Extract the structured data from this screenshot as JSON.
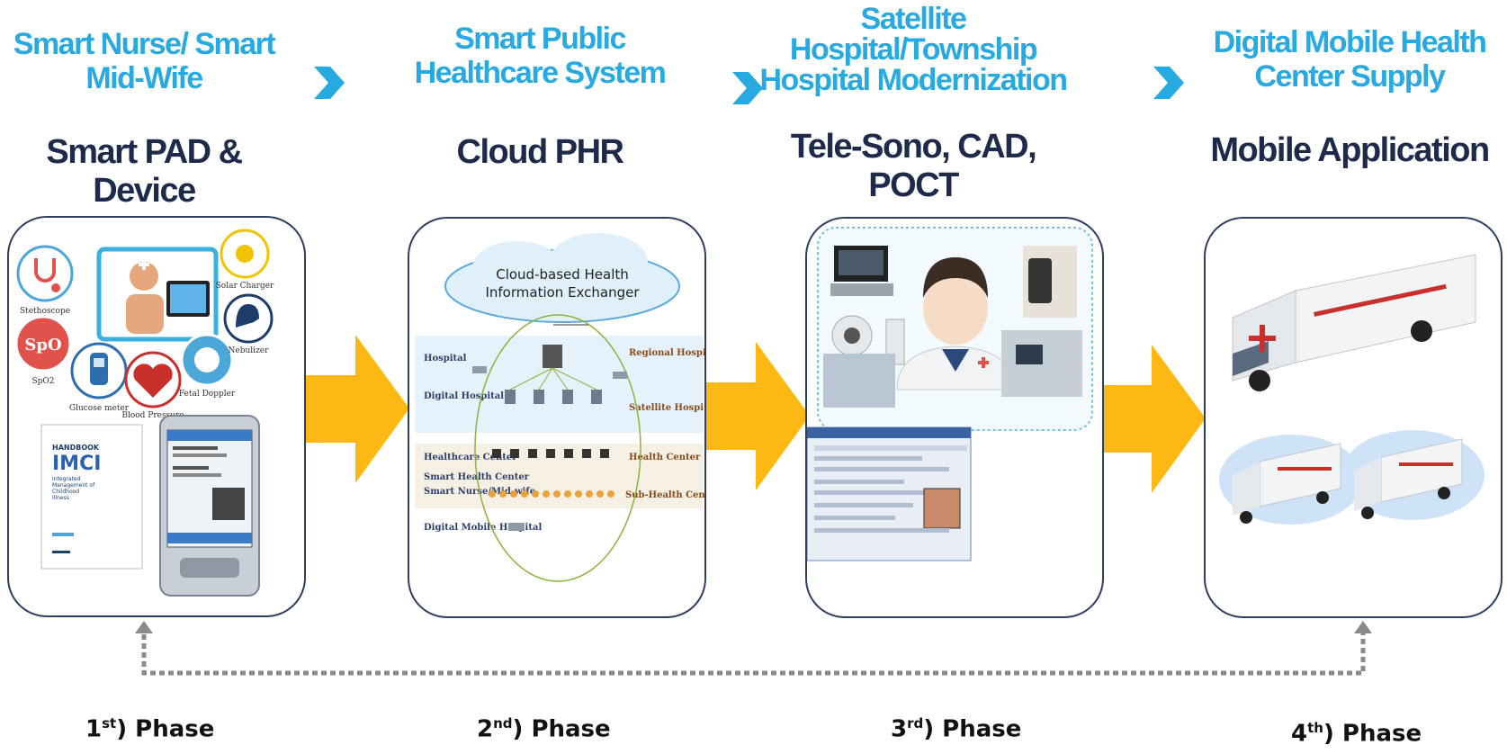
{
  "columns": [
    {
      "title_lines": [
        "Smart Nurse/ Smart",
        "Mid-Wife"
      ],
      "subtitle": "Smart PAD & Device",
      "phase_num": "1",
      "phase_sup": "st",
      "phase_rest": ") Phase"
    },
    {
      "title_lines": [
        "Smart Public",
        "Healthcare System"
      ],
      "subtitle": "Cloud PHR",
      "phase_num": "2",
      "phase_sup": "nd",
      "phase_rest": ") Phase"
    },
    {
      "title_lines": [
        "Satellite",
        "Hospital/Township",
        "Hospital Modernization"
      ],
      "subtitle": "Tele-Sono, CAD, POCT",
      "phase_num": "3",
      "phase_sup": "rd",
      "phase_rest": ") Phase"
    },
    {
      "title_lines": [
        "Digital Mobile Health",
        "Center Supply"
      ],
      "subtitle": "Mobile Application",
      "phase_num": "4",
      "phase_sup": "th",
      "phase_rest": ") Phase"
    }
  ],
  "panel1": {
    "devices": [
      "Stethoscope",
      "SpO2",
      "Glucose meter",
      "Blood Pressure",
      "Fetal Doppler",
      "Solar Charger",
      "Nebulizer"
    ],
    "spo2_text": "SpO",
    "book": {
      "top": "HANDBOOK",
      "logo": "IMCI",
      "lines": [
        "Integrated",
        "Management of",
        "Childhood",
        "Illness"
      ]
    }
  },
  "panel2": {
    "cloud_lines": [
      "Cloud-based Health",
      "Information Exchanger"
    ],
    "hospital_label": "Hospital",
    "digital_hospital": "Digital Hospital",
    "regional_hospital": "Regional Hospital",
    "satellite_hospital": "Satellite Hospital",
    "healthcare_center": "Healthcare Center",
    "health_center": "Health Center",
    "smart_health_center": "Smart Health Center",
    "smart_nurse": "Smart Nurse/Mid-wife",
    "sub_health_center": "Sub-Health Center",
    "digital_mobile_hospital": "Digital Mobile Hospital"
  },
  "colors": {
    "title_blue": "#27a9e1",
    "subtitle_navy": "#1d2a4a",
    "arrow_yellow": "#fdb813",
    "panel_border": "#2c3f5e"
  }
}
